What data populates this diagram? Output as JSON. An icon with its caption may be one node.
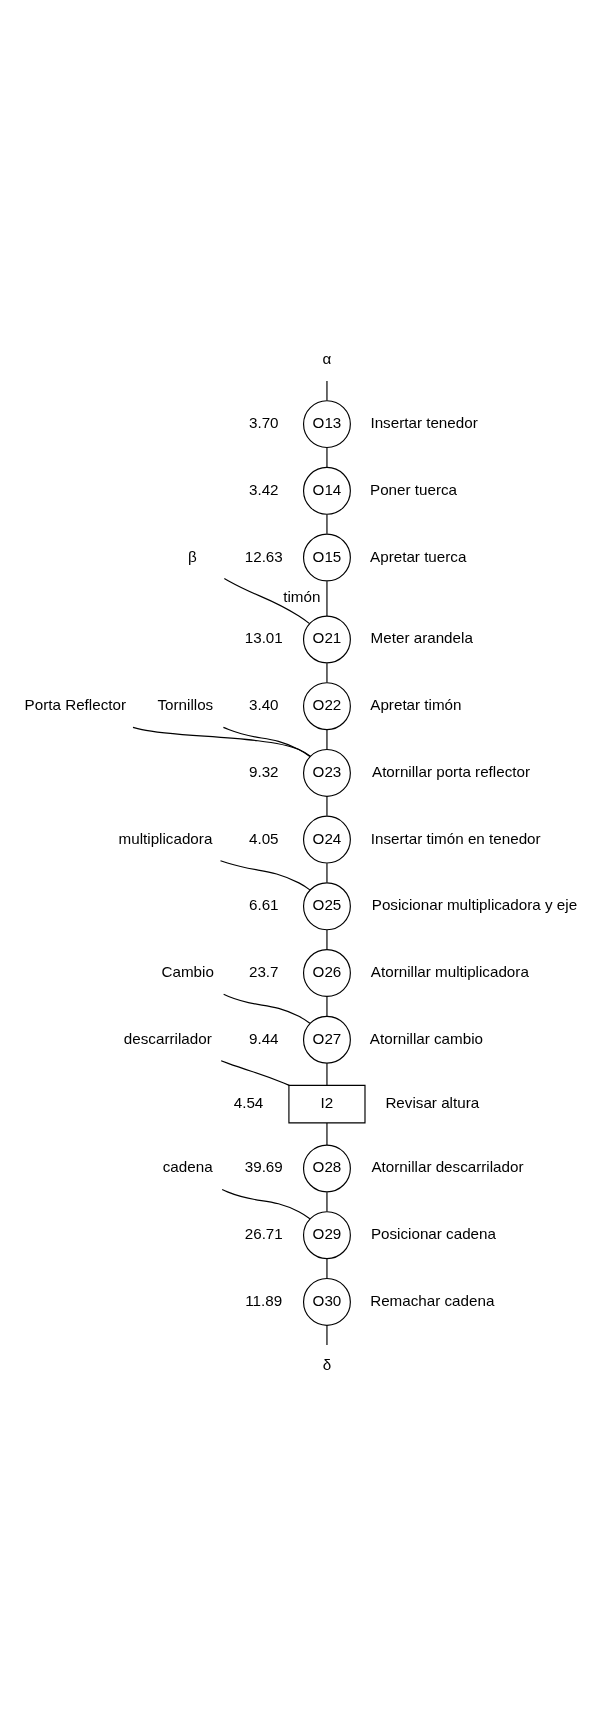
{
  "diagram": {
    "nodes": [
      {
        "text": [
          "β"
        ]
      },
      {
        "text": [
          "α"
        ]
      },
      {
        "text": [
          "O13"
        ],
        "beside": [
          "3.70",
          "Insertar tenedor"
        ]
      },
      {
        "text": [
          "O14"
        ],
        "beside": [
          "3.42",
          "Poner tuerca"
        ]
      },
      {
        "text": [
          "O15"
        ],
        "beside": [
          "12.63",
          "Apretar tuerca"
        ]
      },
      {
        "text": [
          "O21"
        ],
        "beside": [
          "13.01",
          "Meter arandela"
        ]
      },
      {
        "text": [
          "O22"
        ],
        "beside": [
          "3.40",
          "Apretar timón"
        ]
      },
      {
        "text": [
          "Porta Reflector"
        ]
      },
      {
        "text": [
          "Tornillos"
        ]
      },
      {
        "text": [
          "O23"
        ],
        "beside": [
          "9.32",
          "Atornillar porta reflector"
        ]
      },
      {
        "text": [
          "O24"
        ],
        "beside": [
          "4.05",
          "Insertar timón en tenedor"
        ]
      },
      {
        "text": [
          "multiplicadora"
        ]
      },
      {
        "text": [
          "O25"
        ],
        "beside": [
          "6.61",
          "Posicionar multiplicadora y eje"
        ]
      },
      {
        "text": [
          "O26"
        ],
        "beside": [
          "23.7",
          "Atornillar multiplicadora"
        ]
      },
      {
        "text": [
          "Cambio"
        ]
      },
      {
        "text": [
          "O27"
        ],
        "beside": [
          "9.44",
          "Atornillar cambio"
        ]
      },
      {
        "text": [
          "descarrilador"
        ]
      },
      {
        "text": [
          "I2"
        ],
        "beside": [
          "4.54",
          "Revisar altura"
        ]
      },
      {
        "text": [
          "O28"
        ],
        "beside": [
          "39.69",
          "Atornillar descarrilador"
        ]
      },
      {
        "text": [
          "cadena"
        ]
      },
      {
        "text": [
          "O29"
        ],
        "beside": [
          "26.71",
          "Posicionar cadena"
        ]
      },
      {
        "text": [
          "O30"
        ],
        "beside": [
          "11.89",
          "Remachar cadena"
        ]
      },
      {
        "text": [
          "δ"
        ]
      }
    ],
    "edges": [
      {
        "from": 1,
        "to": 2,
        "arrow": "none"
      },
      {
        "from": 2,
        "to": 3,
        "arrow": "none"
      },
      {
        "from": 3,
        "to": 4,
        "arrow": "none"
      },
      {
        "from": 4,
        "to": 5,
        "arrow": "none"
      },
      {
        "from": 0,
        "to": 5,
        "arrow": "none",
        "label": "timón"
      },
      {
        "from": 5,
        "to": 6,
        "arrow": "none"
      },
      {
        "from": 6,
        "to": 9,
        "arrow": "none"
      },
      {
        "from": 7,
        "to": 9,
        "arrow": "none"
      },
      {
        "from": 8,
        "to": 9,
        "arrow": "none"
      },
      {
        "from": 9,
        "to": 10,
        "arrow": "none"
      },
      {
        "from": 10,
        "to": 12,
        "arrow": "none"
      },
      {
        "from": 11,
        "to": 12,
        "arrow": "none"
      },
      {
        "from": 12,
        "to": 13,
        "arrow": "none"
      },
      {
        "from": 13,
        "to": 15,
        "arrow": "none"
      },
      {
        "from": 14,
        "to": 15,
        "arrow": "none"
      },
      {
        "from": 15,
        "to": 17,
        "arrow": "none"
      },
      {
        "from": 16,
        "to": 17,
        "arrow": "none"
      },
      {
        "from": 17,
        "to": 18,
        "arrow": "none"
      },
      {
        "from": 18,
        "to": 20,
        "arrow": "none"
      },
      {
        "from": 19,
        "to": 20,
        "arrow": "none"
      },
      {
        "from": 20,
        "to": 21,
        "arrow": "none"
      },
      {
        "from": 21,
        "to": 22,
        "arrow": "none"
      }
    ]
  }
}
